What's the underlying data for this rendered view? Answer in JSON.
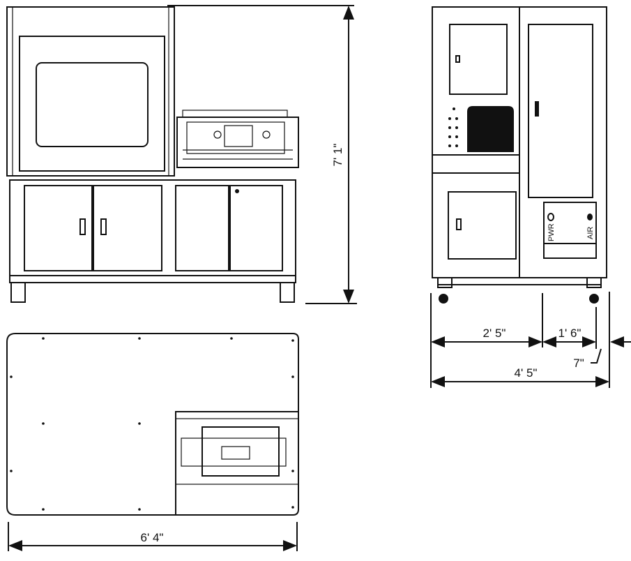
{
  "drawing": {
    "front_view": {
      "height_dimension": "7' 1\""
    },
    "top_view": {
      "width_dimension": "6' 4\""
    },
    "side_view": {
      "dimension_left": "2' 5\"",
      "dimension_right": "1' 6\"",
      "dimension_offset": "7\"",
      "dimension_total": "4' 5\"",
      "power_label": "PWR",
      "air_label": "AIR"
    },
    "line_color": "#111111"
  }
}
